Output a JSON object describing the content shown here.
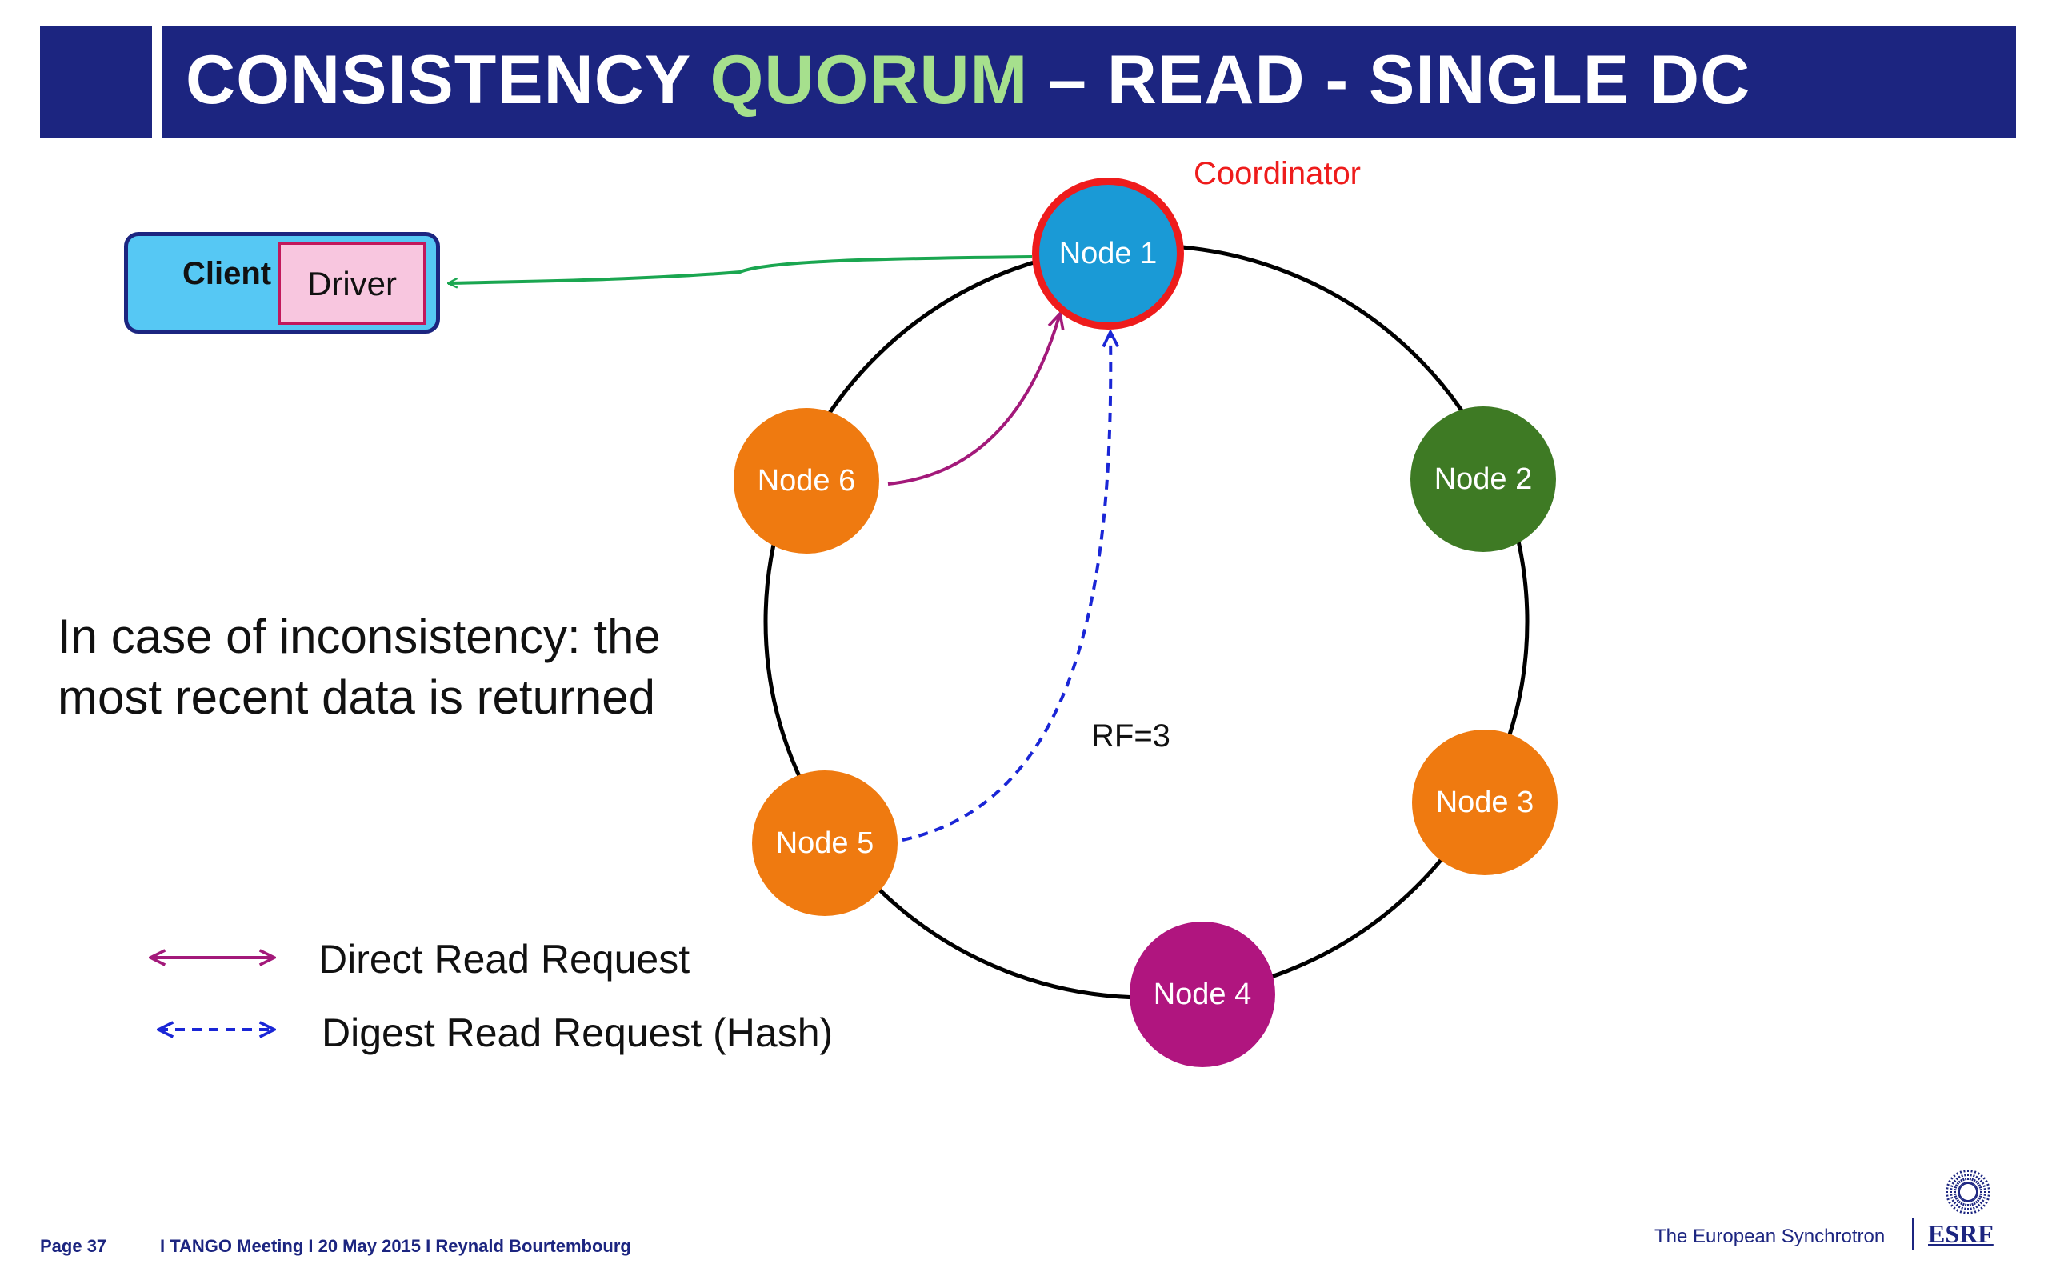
{
  "title": {
    "part1": "CONSISTENCY ",
    "accent": "QUORUM",
    "part2": " – READ - SINGLE DC"
  },
  "client": {
    "label": "Client",
    "driver": "Driver"
  },
  "coordinator_label": "Coordinator",
  "nodes": [
    {
      "id": "node1",
      "label": "Node 1",
      "color": "#1a9ad6",
      "role": "coordinator"
    },
    {
      "id": "node2",
      "label": "Node 2",
      "color": "#3e7a24"
    },
    {
      "id": "node3",
      "label": "Node 3",
      "color": "#ef7a10"
    },
    {
      "id": "node4",
      "label": "Node 4",
      "color": "#b0157f"
    },
    {
      "id": "node5",
      "label": "Node 5",
      "color": "#ef7a10"
    },
    {
      "id": "node6",
      "label": "Node 6",
      "color": "#ef7a10"
    }
  ],
  "ring_label": "RF=3",
  "note": {
    "line1": "In case of inconsistency: the",
    "line2": "most recent data is returned"
  },
  "legend": {
    "direct": "Direct Read Request",
    "digest": "Digest Read Request (Hash)"
  },
  "colors": {
    "title_bar": "#1c2580",
    "accent": "#a6e08d",
    "coordinator_ring": "#ee1c1c",
    "direct_arrow": "#a3197a",
    "digest_arrow": "#1a26d6",
    "response_arrow": "#1aa650"
  },
  "footer": {
    "page": "Page 37",
    "meeting": "I TANGO Meeting I 20 May 2015 I Reynald Bourtembourg",
    "brand": "The European Synchrotron",
    "logo": "ESRF"
  }
}
